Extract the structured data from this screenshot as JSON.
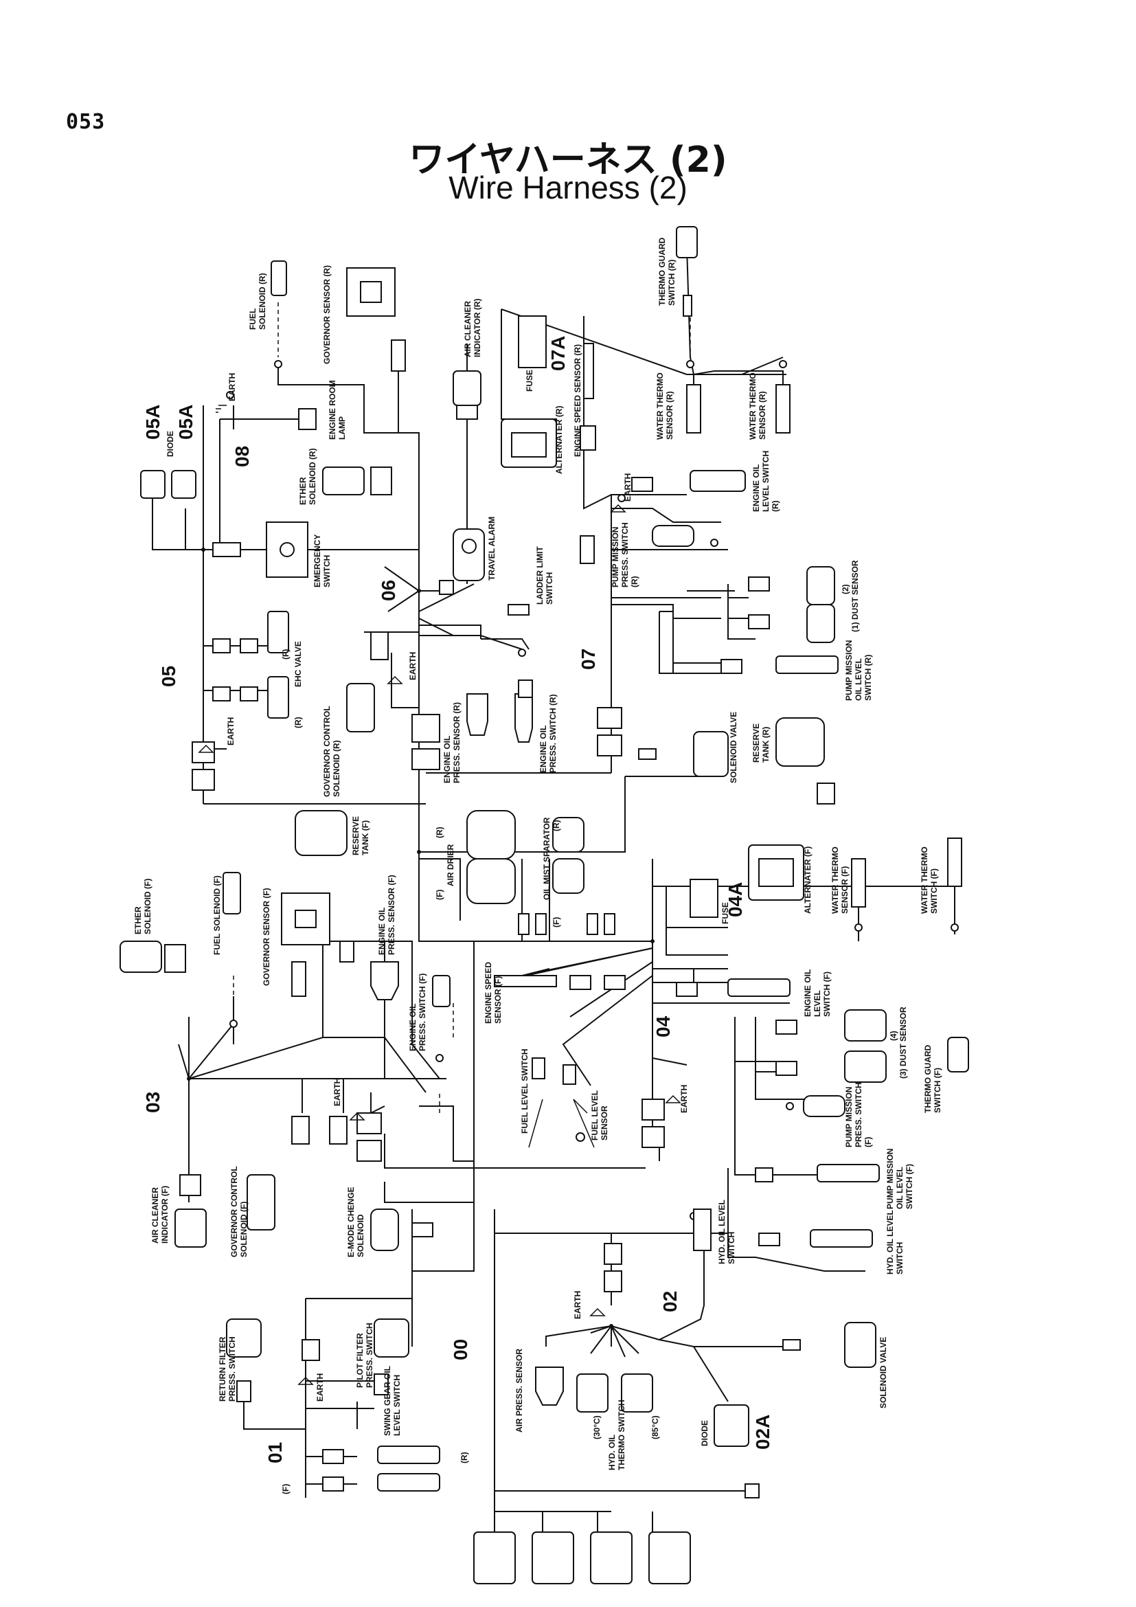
{
  "page": {
    "number": "053"
  },
  "title": {
    "japanese": "ワイヤハーネス (2)",
    "english": "Wire Harness (2)"
  },
  "harness_numbers": {
    "h00": "00",
    "h01": "01",
    "h02": "02",
    "h02a": "02A",
    "h03": "03",
    "h04": "04",
    "h04a": "04A",
    "h05": "05",
    "h05a_1": "05A",
    "h05a_2": "05A",
    "h06": "06",
    "h07": "07",
    "h07a": "07A",
    "h08": "08"
  },
  "labels": {
    "fuel_solenoid_r": [
      "FUEL",
      "SOLENOID (R)"
    ],
    "governor_sensor_r": [
      "GOVERNOR SENSOR (R)"
    ],
    "earth_top": [
      "EARTH"
    ],
    "engine_room_lamp": [
      "ENGINE ROOM",
      "LAMP"
    ],
    "diode_top": [
      "DIODE"
    ],
    "ether_solenoid_r": [
      "ETHER",
      "SOLENOID (R)"
    ],
    "emergency_switch": [
      "EMERGENCY",
      "SWITCH"
    ],
    "ehc_valve": [
      "EHC VALVE",
      "(F)"
    ],
    "ehc_valve_r": [
      "(R)"
    ],
    "earth_ehc": [
      "EARTH"
    ],
    "governor_control_solenoid_r": [
      "GOVERNOR CONTROL",
      "SOLENOID (R)"
    ],
    "earth_06": [
      "EARTH"
    ],
    "air_cleaner_indicator_r": [
      "AIR CLEANER",
      "INDICATOR (R)"
    ],
    "travel_alarm": [
      "TRAVEL ALARM"
    ],
    "engine_oil_press_sensor_r": [
      "ENGINE OIL",
      "PRESS. SENSOR (R)"
    ],
    "engine_oil_press_switch_r": [
      "ENGINE OIL",
      "PRESS. SWITCH (R)"
    ],
    "fuse_r": [
      "FUSE"
    ],
    "alternater_r": [
      "ALTERNATER (R)"
    ],
    "engine_speed_sensor_r": [
      "ENGINE SPEED SENSOR (R)"
    ],
    "ladder_limit_switch": [
      "LADDER LIMIT",
      "SWITCH"
    ],
    "earth_07": [
      "EARTH"
    ],
    "pump_mission_press_switch_r": [
      "PUMP MISSION",
      "PRESS. SWITCH",
      "(R)"
    ],
    "thermo_guard_switch_r": [
      "THERMO GUARD",
      "SWITCH (R)"
    ],
    "water_thermo_sensor_r": [
      "WATER THERMO",
      "SENSOR (R)"
    ],
    "water_thermo_sensor_r2": [
      "WATER THERMO",
      "SENSOR (R)"
    ],
    "engine_oil_level_switch_r": [
      "ENGINE OIL",
      "LEVEL SWITCH",
      "(R)"
    ],
    "dust_sensor_top": [
      "(2)",
      "(1)  DUST SENSOR"
    ],
    "pump_mission_oil_level_switch_r": [
      "PUMP MISSION",
      "OIL LEVEL",
      "SWITCH (R)"
    ],
    "solenoid_valve_top": [
      "SOLENOID VALVE"
    ],
    "reserve_tank_r": [
      "RESERVE",
      "TANK (R)"
    ],
    "reserve_tank_f": [
      "RESERVE",
      "TANK (F)"
    ],
    "ether_solenoid_f": [
      "ETHER",
      "SOLENOID (F)"
    ],
    "fuel_solenoid_f": [
      "FUEL SOLENOID (F)"
    ],
    "governor_sensor_f": [
      "GOVERNOR SENSOR (F)"
    ],
    "engine_oil_press_sensor_f": [
      "ENGINE OIL",
      "PRESS. SENSOR (F)"
    ],
    "engine_oil_press_switch_f": [
      "ENGINE OIL",
      "PRESS. SWITCH (F)"
    ],
    "air_drier": [
      "AIR DRIER",
      "(R)",
      "(F)"
    ],
    "oil_mist_sparator": [
      "OIL MIST SPARATOR",
      "(R)",
      "(F)"
    ],
    "alternater_f": [
      "ALTERNATER (F)"
    ],
    "fuse_f": [
      "FUSE"
    ],
    "water_thermo_sensor_f": [
      "WATER THERMO",
      "SENSOR (F)"
    ],
    "water_thermo_switch_f": [
      "WATER THERMO",
      "SWITCH (F)"
    ],
    "engine_speed_sensor_f": [
      "ENGINE SPEED",
      "SENSOR (F)"
    ],
    "engine_oil_level_switch_f": [
      "ENGINE OIL",
      "LEVEL",
      "SWITCH (F)"
    ],
    "dust_sensor_bottom": [
      "(4)",
      "(3)  DUST SENSOR"
    ],
    "thermo_guard_switch_f": [
      "THERMO GUARD",
      "SWITCH (F)"
    ],
    "fuel_level_switch": [
      "FUEL LEVEL SWITCH"
    ],
    "fuel_level_sensor": [
      "FUEL LEVEL",
      "SENSOR"
    ],
    "earth_04": [
      "EARTH"
    ],
    "pump_mission_press_switch_f": [
      "PUMP MISSION",
      "PRESS. SWITCH",
      "(F)"
    ],
    "pump_mission_oil_level_switch_f": [
      "PUMP MISSION",
      "OIL LEVEL",
      "SWITCH (F)"
    ],
    "air_cleaner_indicator_f": [
      "AIR CLEANER",
      "INDICATOR (F)"
    ],
    "governor_control_solenoid_f": [
      "GOVERNOR CONTROL",
      "SOLENOID (F)"
    ],
    "earth_03": [
      "EARTH"
    ],
    "e_mode_chenge_solenoid": [
      "E-MODE CHENGE",
      "SOLENOID"
    ],
    "hyd_oil_level_switch_top": [
      "HYD. OIL LEVEL",
      "SWITCH"
    ],
    "hyd_oil_level_switch_right": [
      "HYD. OIL LEVEL",
      "SWITCH"
    ],
    "return_filter_press_switch": [
      "RETURN FILTER",
      "PRESS. SWITCH"
    ],
    "pilot_filter_press_switch": [
      "PILOT FILTER",
      "PRESS. SWITCH"
    ],
    "swing_gear_oil_level_switch": [
      "SWING GEAR OIL",
      "LEVEL SWITCH"
    ],
    "earth_01": [
      "EARTH"
    ],
    "earth_00": [
      "EARTH"
    ],
    "air_press_sensor": [
      "AIR PRESS. SENSOR"
    ],
    "hyd_oil_thermo_switch": [
      "HYD. OIL",
      "THERMO SWITCH"
    ],
    "temp_30": [
      "(30°C)"
    ],
    "temp_85": [
      "(85°C)"
    ],
    "diode_bottom": [
      "DIODE"
    ],
    "solenoid_valve_bottom": [
      "SOLENOID VALVE"
    ],
    "swing_r": [
      "(R)"
    ],
    "swing_f": [
      "(F)"
    ]
  }
}
